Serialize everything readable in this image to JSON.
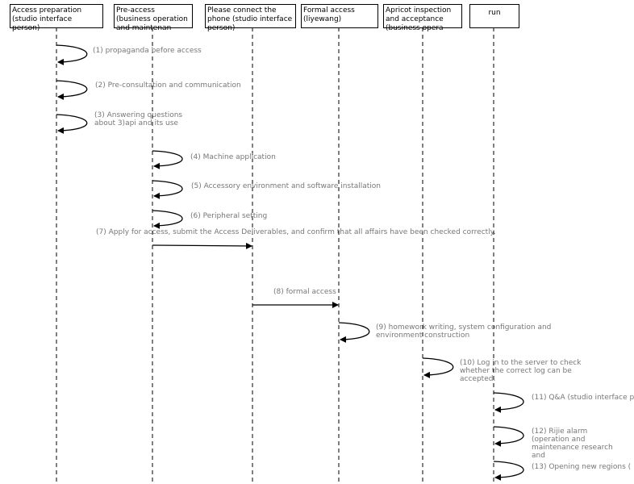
{
  "participants": [
    {
      "id": "p1",
      "label": "Access preparation (studio interface person)"
    },
    {
      "id": "p2",
      "label": "Pre-access (business operation and maintenan"
    },
    {
      "id": "p3",
      "label": "Please connect the phone (studio interface person)"
    },
    {
      "id": "p4",
      "label": "Formal access (liyewang)"
    },
    {
      "id": "p5",
      "label": "Apricot inspection and acceptance (business opera"
    },
    {
      "id": "p6",
      "label": "run"
    }
  ],
  "messages": [
    {
      "id": "m1",
      "from": "p1",
      "to": "p1",
      "label": "(1) propaganda before access"
    },
    {
      "id": "m2",
      "from": "p1",
      "to": "p1",
      "label": "(2) Pre-consultation and communication"
    },
    {
      "id": "m3",
      "from": "p1",
      "to": "p1",
      "label": "(3) Answering questions about 3)api and its use"
    },
    {
      "id": "m4",
      "from": "p2",
      "to": "p2",
      "label": "(4) Machine application"
    },
    {
      "id": "m5",
      "from": "p2",
      "to": "p2",
      "label": "(5) Accessory environment and software installation"
    },
    {
      "id": "m6",
      "from": "p2",
      "to": "p2",
      "label": "(6) Peripheral setting"
    },
    {
      "id": "m7",
      "from": "p2",
      "to": "p3",
      "label": "(7) Apply for access, submit the Access Deliverables, and confirm that all affairs have been checked correctly."
    },
    {
      "id": "m8",
      "from": "p3",
      "to": "p4",
      "label": "(8) formal access"
    },
    {
      "id": "m9",
      "from": "p4",
      "to": "p4",
      "label": "(9) homework writing, system configuration and environment construction"
    },
    {
      "id": "m10",
      "from": "p5",
      "to": "p5",
      "label": "(10) Log in to the server to check whether the correct log can be accepted."
    },
    {
      "id": "m11",
      "from": "p6",
      "to": "p6",
      "label": "(11) Q&A (studio interface p"
    },
    {
      "id": "m12",
      "from": "p6",
      "to": "p6",
      "label": "(12) Rijie alarm (operation and maintenance research and"
    },
    {
      "id": "m13",
      "from": "p6",
      "to": "p6",
      "label": "(13) Opening new regions ("
    }
  ]
}
